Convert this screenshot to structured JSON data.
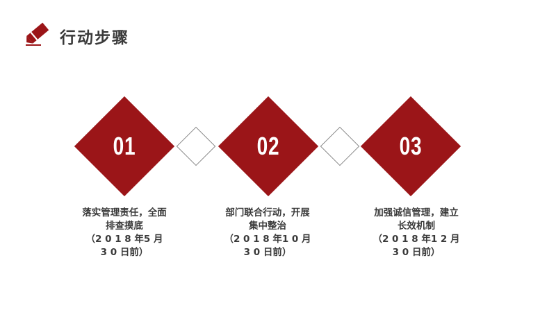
{
  "header": {
    "title": "行动步骤",
    "icon": "eraser-icon",
    "accent_color": "#9b1518"
  },
  "steps": [
    {
      "number": "01",
      "lines": [
        "落实管理责任，全面",
        "排查摸底",
        "（2 0 1 8 年5 月",
        "3 0 日前）"
      ]
    },
    {
      "number": "02",
      "lines": [
        "部门联合行动，开展",
        "集中整治",
        "（2 0 1 8 年1 0 月",
        "3 0 日前）"
      ]
    },
    {
      "number": "03",
      "lines": [
        "加强诚信管理，建立",
        "长效机制",
        "（2 0 1 8 年1 2 月",
        "3 0 日前）"
      ]
    }
  ],
  "connectors": [
    {
      "icon": "outline-diamond-icon"
    },
    {
      "icon": "outline-diamond-icon"
    }
  ],
  "colors": {
    "diamond_fill": "#9b1518",
    "connector_stroke": "#888888",
    "text": "#3a3a3a",
    "background": "#ffffff"
  }
}
